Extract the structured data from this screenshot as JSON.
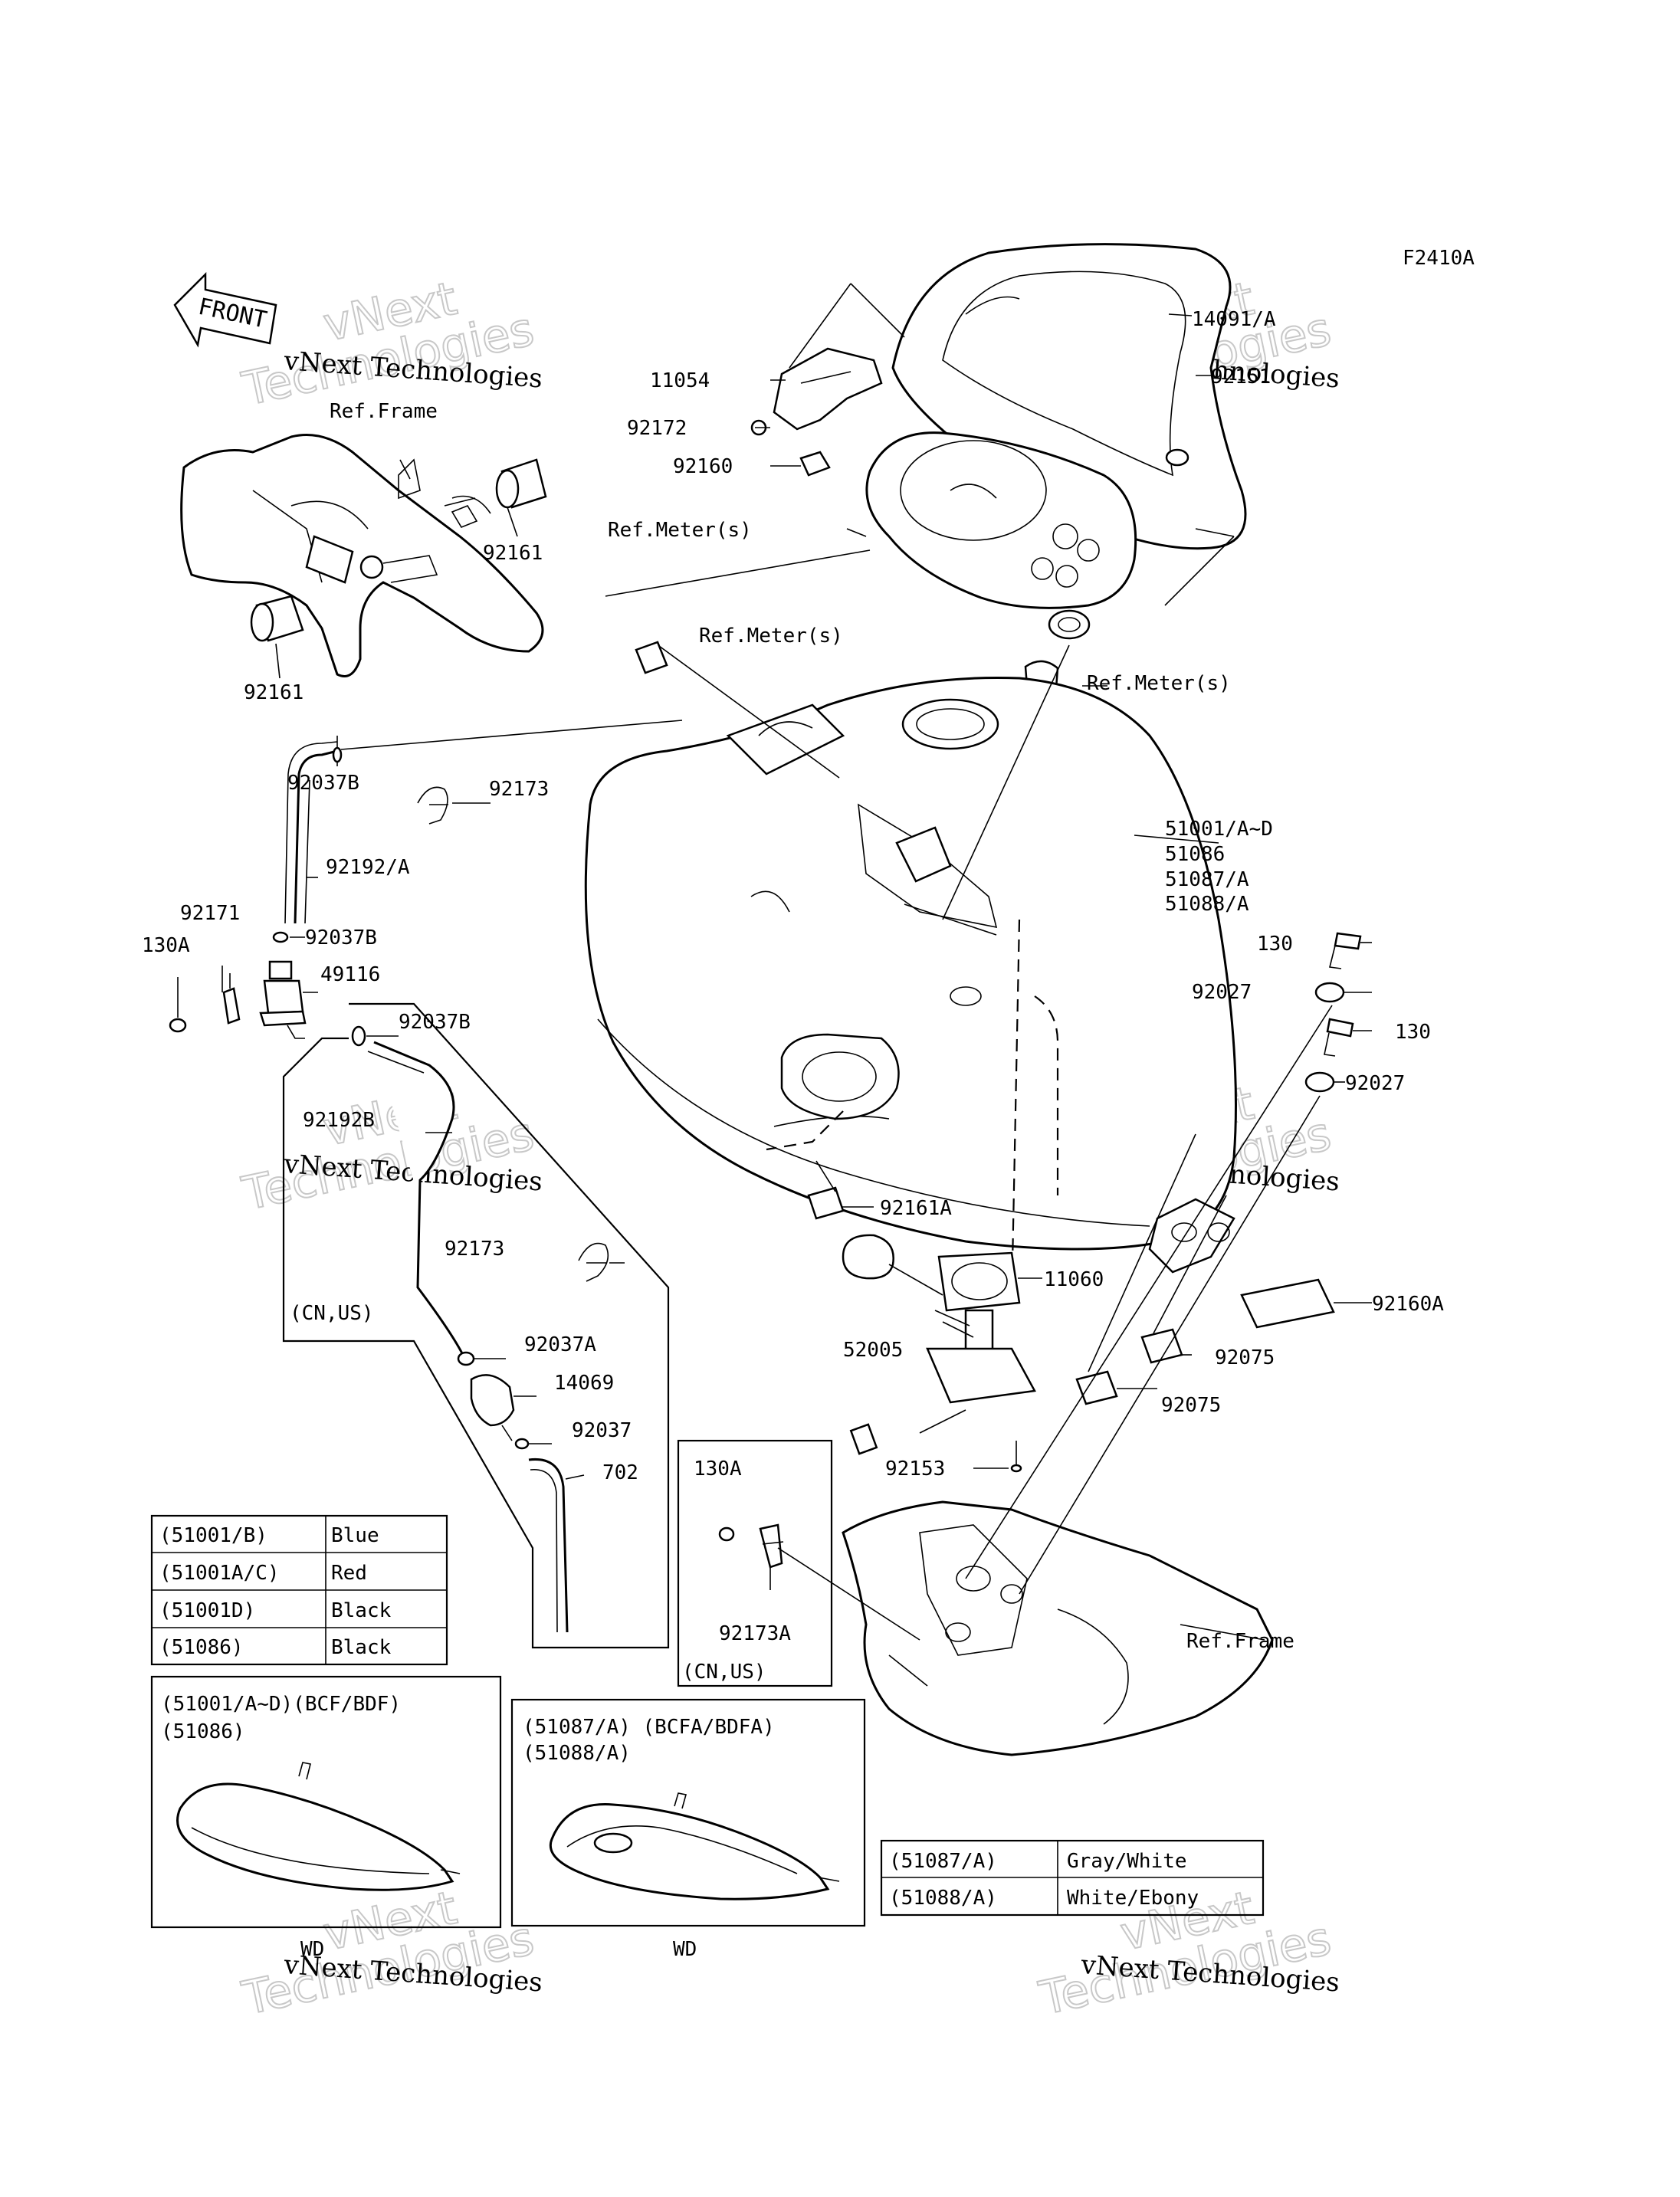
{
  "diagram": {
    "code": "F2410A",
    "front_label": "FRONT",
    "watermark": {
      "line1": "vNext Technologies",
      "line2": "Technologies",
      "line3": "vNext"
    },
    "callouts": {
      "p14091A": "14091/A",
      "p92151": "92151",
      "p11054": "11054",
      "p92172": "92172",
      "p92160": "92160",
      "ref_meter_1": "Ref.Meter(s)",
      "ref_meter_2": "Ref.Meter(s)",
      "ref_meter_3": "Ref.Meter(s)",
      "ref_frame_1": "Ref.Frame",
      "ref_frame_2": "Ref.Frame",
      "p92161a": "92161",
      "p92161b": "92161",
      "p92037B_1": "92037B",
      "p92173_1": "92173",
      "p92192A": "92192/A",
      "p92171": "92171",
      "p92037B_2": "92037B",
      "p130A_1": "130A",
      "p49116": "49116",
      "p92037B_3": "92037B",
      "p92192B": "92192B",
      "p92173_2": "92173",
      "cn_us_1": "(CN,US)",
      "p92037A": "92037A",
      "p14069": "14069",
      "p92037": "92037",
      "p702": "702",
      "p51001": "51001/A~D",
      "p51086": "51086",
      "p51087": "51087/A",
      "p51088": "51088/A",
      "p130_1": "130",
      "p92027_1": "92027",
      "p130_2": "130",
      "p92027_2": "92027",
      "p92161A": "92161A",
      "p11060": "11060",
      "p92160A": "92160A",
      "p52005": "52005",
      "p92075_1": "92075",
      "p92075_2": "92075",
      "p92153": "92153",
      "p130A_2": "130A",
      "p92173A": "92173A",
      "cn_us_2": "(CN,US)",
      "wd_1": "WD",
      "wd_2": "WD"
    },
    "color_table_1": [
      {
        "code": "(51001/B)",
        "color": "Blue"
      },
      {
        "code": "(51001A/C)",
        "color": "Red"
      },
      {
        "code": "(51001D)",
        "color": "Black"
      },
      {
        "code": "(51086)",
        "color": "Black"
      }
    ],
    "color_table_2": [
      {
        "code": "(51087/A)",
        "color": "Gray/White"
      },
      {
        "code": "(51088/A)",
        "color": "White/Ebony"
      }
    ],
    "variant_box_1": {
      "line1": "(51001/A~D)(BCF/BDF)",
      "line2": "(51086)"
    },
    "variant_box_2": {
      "line1": "(51087/A) (BCFA/BDFA)",
      "line2": "(51088/A)"
    }
  }
}
